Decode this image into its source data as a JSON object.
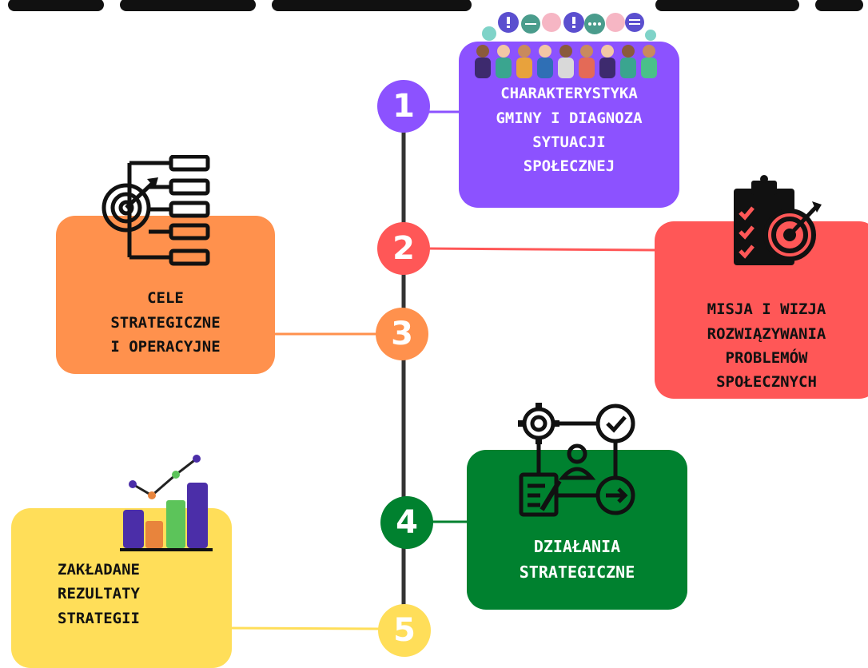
{
  "colors": {
    "step1": "#8c52ff",
    "step2": "#ff5757",
    "step3": "#ff914d",
    "step4": "#00812f",
    "step5": "#ffde59",
    "timeline": "#333333"
  },
  "steps": [
    {
      "number": "1",
      "label": "CHARAKTERYSTYKA\nGMINY I DIAGNOZA\nSYTUACJI\nSPOŁECZNEJ",
      "icon": "crowd-speech-bubbles-icon"
    },
    {
      "number": "2",
      "label": "MISJA I WIZJA\nROZWIĄZYWANIA\nPROBLEMÓW\nSPOŁECZNYCH",
      "icon": "clipboard-target-icon"
    },
    {
      "number": "3",
      "label": "CELE\nSTRATEGICZNE\nI OPERACYJNE",
      "icon": "target-flowchart-icon"
    },
    {
      "number": "4",
      "label": "DZIAŁANIA\nSTRATEGICZNE",
      "icon": "gear-workflow-icon"
    },
    {
      "number": "5",
      "label": "ZAKŁADANE\nREZULTATY\nSTRATEGII",
      "icon": "bar-chart-growth-icon"
    }
  ]
}
